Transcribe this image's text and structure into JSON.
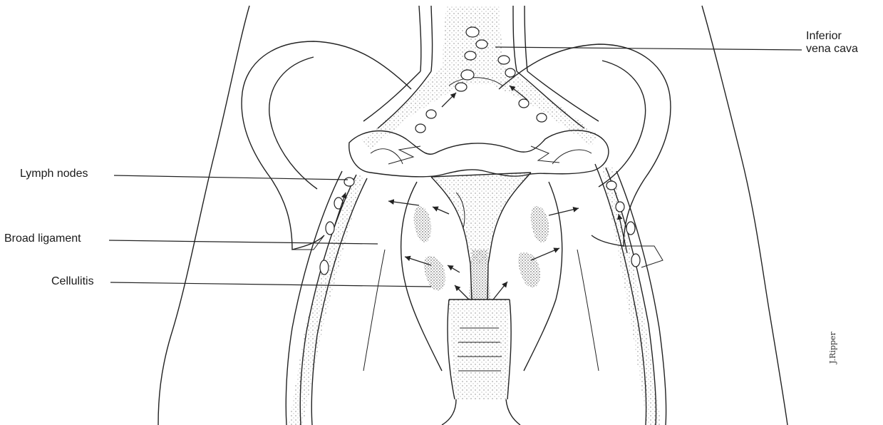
{
  "labels": {
    "lymph_nodes": "Lymph nodes",
    "broad_ligament": "Broad ligament",
    "cellulitis": "Cellulitis",
    "inferior": "Inferior",
    "vena_cava": "vena cava"
  },
  "signature": "J.Ripper",
  "colors": {
    "line": "#222222",
    "background": "#ffffff",
    "stipple": "#777777"
  }
}
